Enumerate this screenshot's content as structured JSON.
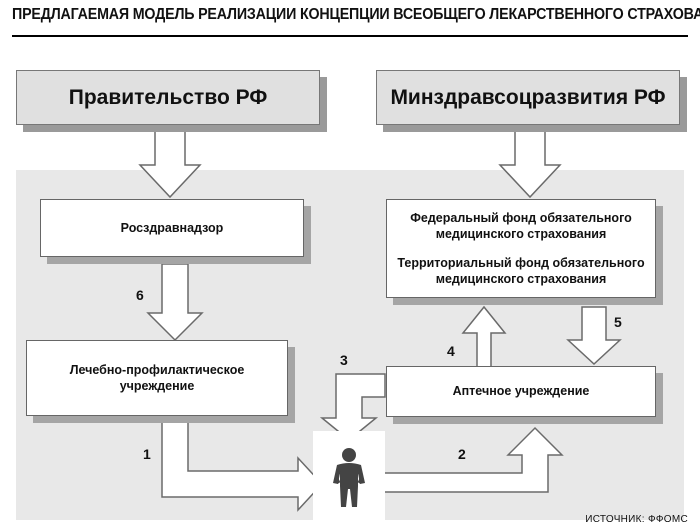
{
  "title": "ПРЕДЛАГАЕМАЯ МОДЕЛЬ РЕАЛИЗАЦИИ КОНЦЕПЦИИ ВСЕОБЩЕГО ЛЕКАРСТВЕННОГО СТРАХОВАНИЯ",
  "boxes": {
    "government": "Правительство РФ",
    "ministry": "Минздравсоцразвития РФ",
    "roszdravnadzor": "Росздравнадзор",
    "federal_fund": "Федеральный фонд обязательного медицинского страхования",
    "territorial_fund": "Территориальный фонд обязательного медицинского страхования",
    "clinic": "Лечебно-профилактическое учреждение",
    "pharmacy": "Аптечное учреждение"
  },
  "numbers": {
    "n1": "1",
    "n2": "2",
    "n3": "3",
    "n4": "4",
    "n5": "5",
    "n6": "6"
  },
  "person_icon": "person-icon",
  "source": "ИСТОЧНИК: ФФОМС",
  "colors": {
    "panel": "#e8e8e8",
    "top_box": "#e0e0e0",
    "arrow_fill": "#ffffff",
    "arrow_stroke": "#6a6a6a",
    "shadow": "#9a9a9a"
  }
}
